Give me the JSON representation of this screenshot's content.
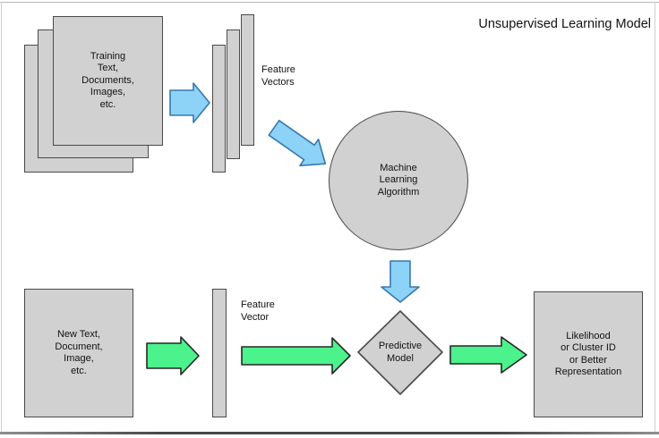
{
  "title": "Unsupervised Learning Model",
  "colors": {
    "shape_fill": "#d1d1d1",
    "shape_stroke": "#4a4a4a",
    "blue_fill": "#8dd2f7",
    "blue_stroke": "#3878ad",
    "green_fill": "#4cf28c",
    "green_stroke": "#262626",
    "text": "#111111"
  },
  "nodes": {
    "training_docs": {
      "label": "Training\nText,\nDocuments,\nImages,\netc."
    },
    "feature_vectors": {
      "label": "Feature\nVectors"
    },
    "ml_algorithm": {
      "label": "Machine\nLearning\nAlgorithm"
    },
    "new_input": {
      "label": "New Text,\nDocument,\nImage,\netc."
    },
    "feature_vector": {
      "label": "Feature\nVector"
    },
    "predictive_model": {
      "label": "Predictive\nModel"
    },
    "output": {
      "label": "Likelihood\nor Cluster ID\nor Better\nRepresentation"
    }
  }
}
